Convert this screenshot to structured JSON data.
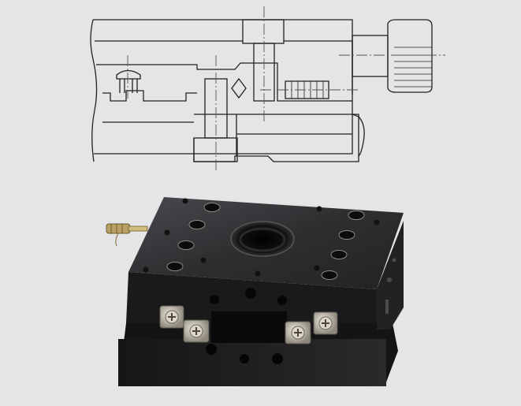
{
  "scene": {
    "background_color": "#e4e5e6",
    "top_panel": "technical-line-drawing",
    "bottom_panel": "product-photo",
    "product": "linear-translation-stage",
    "colors": {
      "line": "#222222",
      "centerline": "#555555",
      "stage_body": "#1c1c1e",
      "stage_top": "#3a3a3d",
      "bore": "#0a0a0a",
      "screw_head": "#c9c3b3",
      "brass": "#b9a064"
    },
    "icons": [
      "cross-section-drawing",
      "stage-photo",
      "micrometer-knob",
      "clamp-screw",
      "center-bore"
    ]
  }
}
